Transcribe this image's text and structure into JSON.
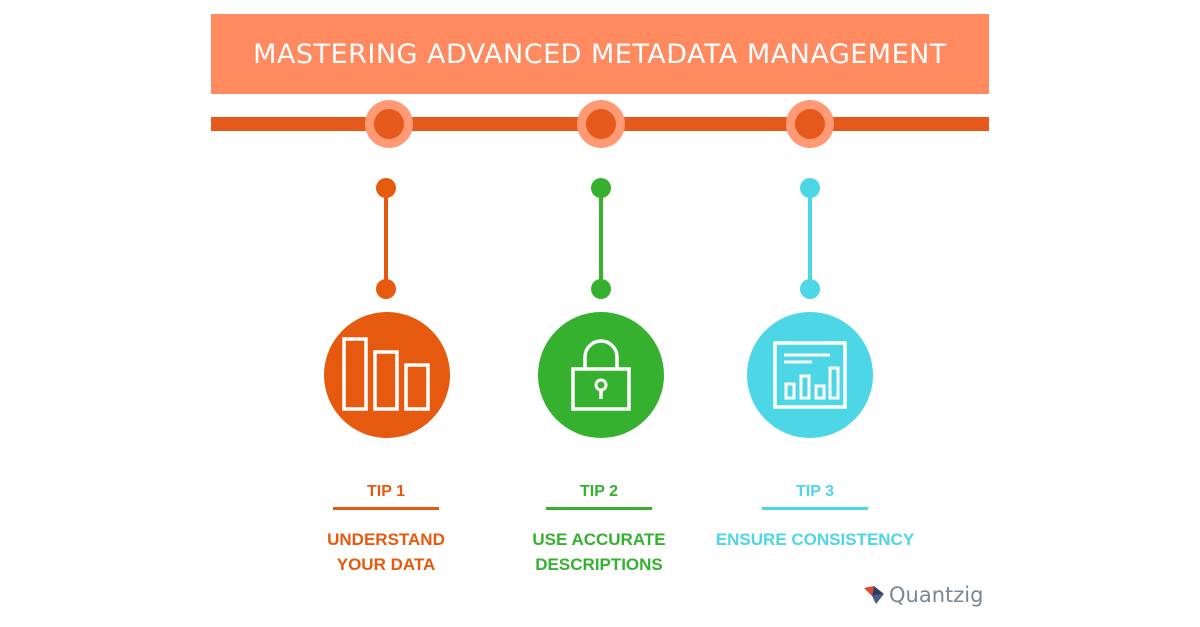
{
  "title": "MASTERING ADVANCED METADATA MANAGEMENT",
  "colors": {
    "banner": "#ff8a5f",
    "rail": "#e55a1c",
    "tip1": "#e55a0e",
    "tip2": "#35b12f",
    "tip3": "#4dd6e6"
  },
  "tips": [
    {
      "label": "TIP 1",
      "text": "UNDERSTAND\nYOUR DATA",
      "icon": "bar-chart-icon"
    },
    {
      "label": "TIP 2",
      "text": "USE ACCURATE\nDESCRIPTIONS",
      "icon": "padlock-icon"
    },
    {
      "label": "TIP 3",
      "text": "ENSURE CONSISTENCY",
      "icon": "report-chart-icon"
    }
  ],
  "logo": {
    "text": "Quantzig"
  }
}
